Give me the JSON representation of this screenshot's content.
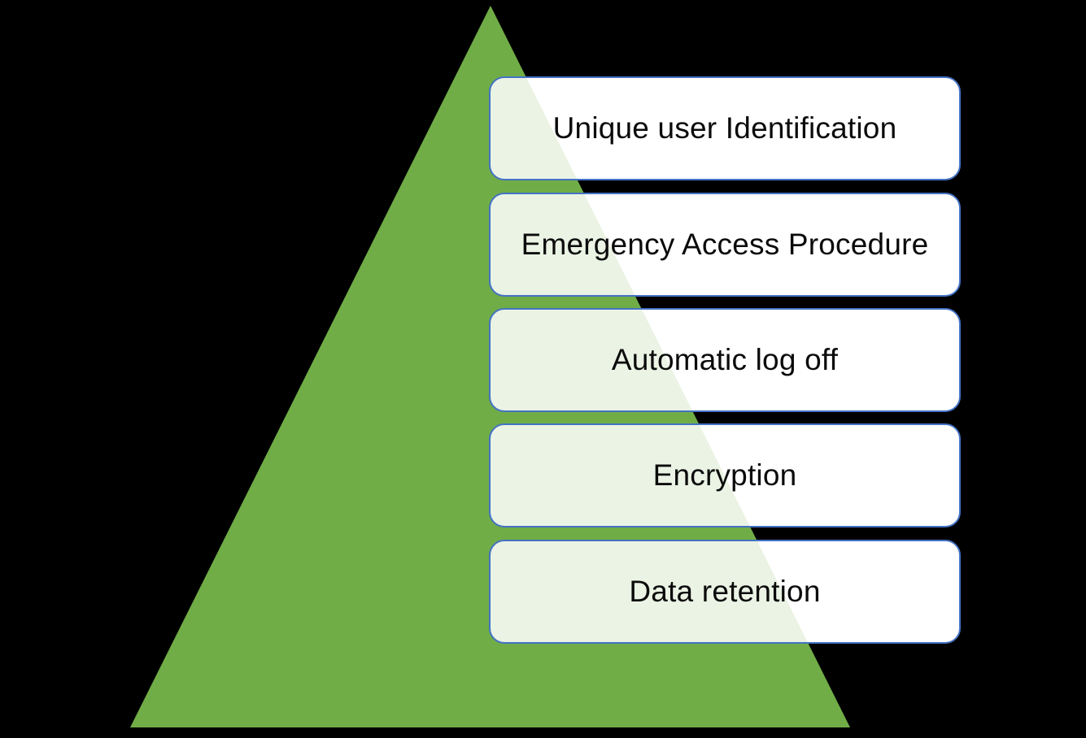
{
  "diagram": {
    "type": "pyramid-list",
    "background_color": "#000000",
    "triangle": {
      "fill_color": "#70AD47",
      "tint_opacity": "0.15"
    },
    "box_style": {
      "fill_color": "#ffffff",
      "border_color": "#4472C4",
      "text_color": "#0b0b0b"
    },
    "levels": [
      {
        "label": "Unique user Identification"
      },
      {
        "label": "Emergency Access Procedure"
      },
      {
        "label": "Automatic log off"
      },
      {
        "label": "Encryption"
      },
      {
        "label": "Data retention"
      }
    ]
  }
}
